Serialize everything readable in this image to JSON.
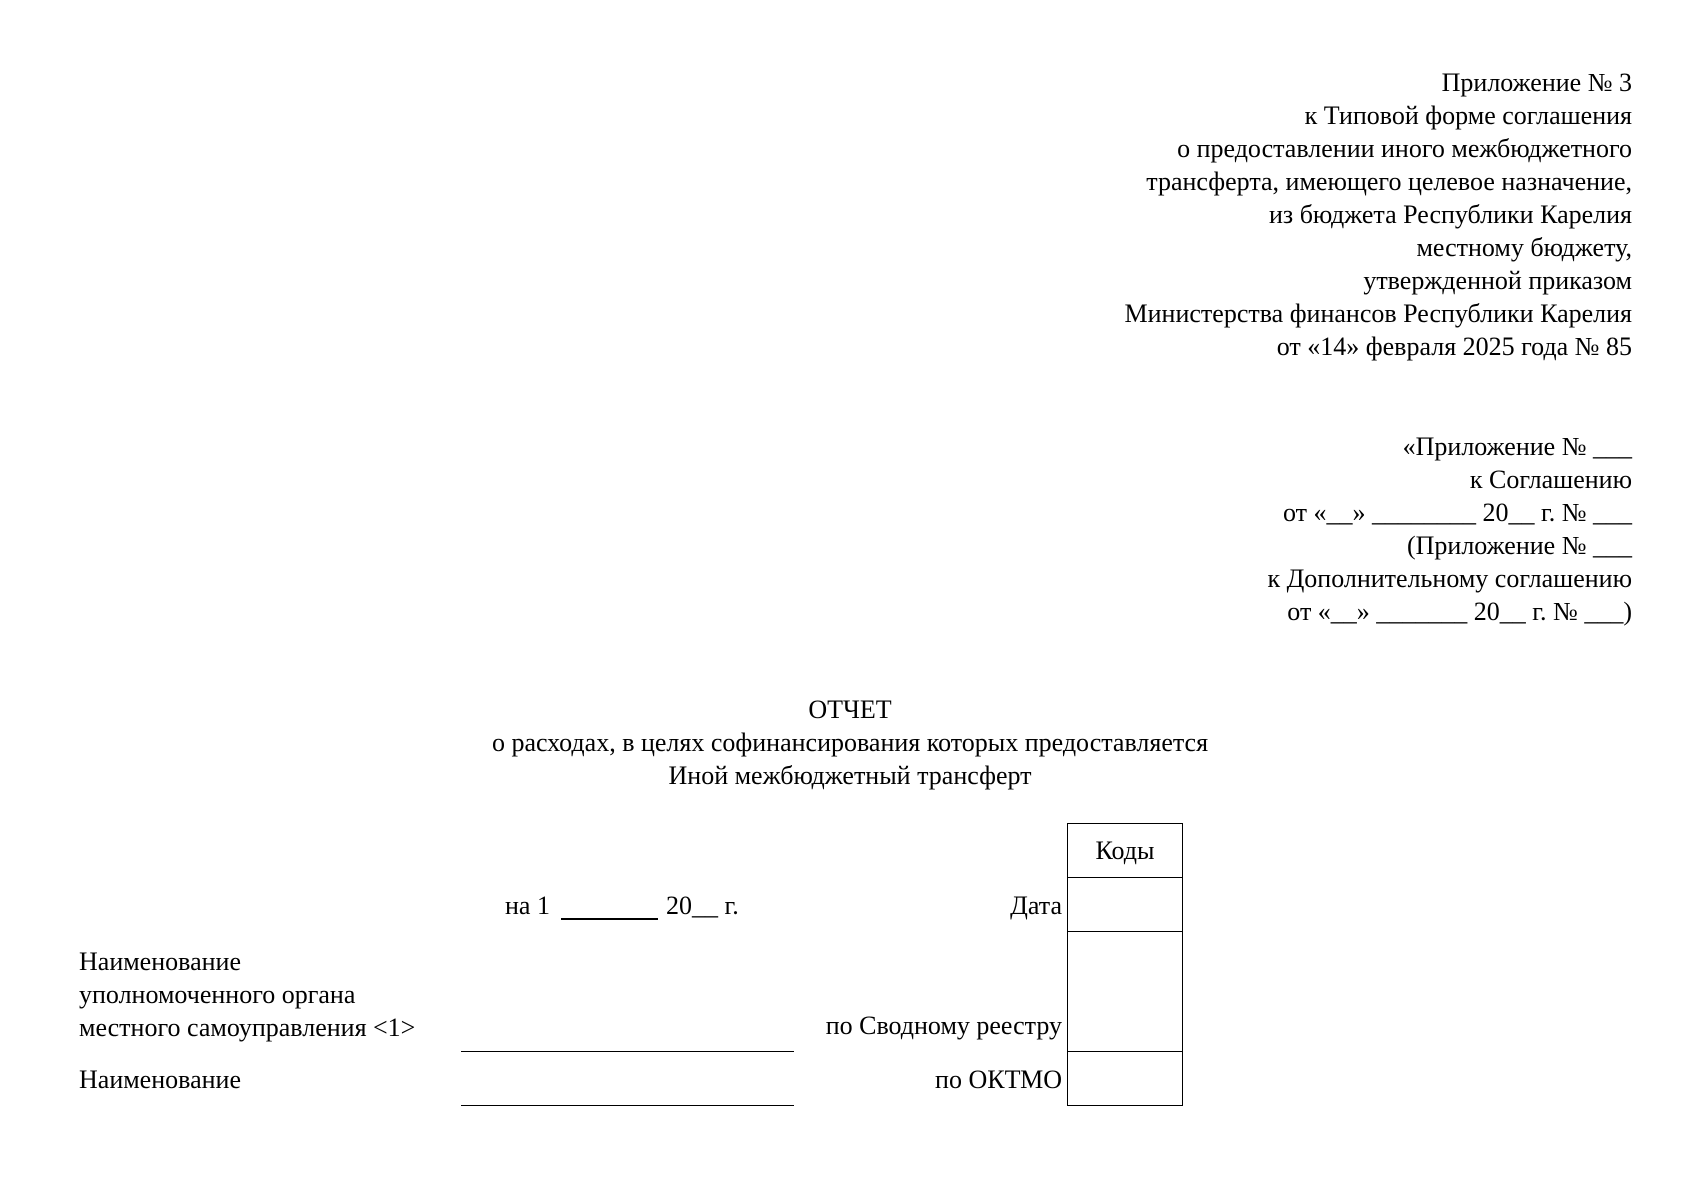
{
  "appendix_header": {
    "lines": [
      "Приложение № 3",
      "к Типовой форме соглашения",
      "о предоставлении иного межбюджетного",
      "трансферта, имеющего целевое назначение,",
      "из бюджета Республики Карелия",
      "местному бюджету,",
      "утвержденной приказом",
      "Министерства финансов Республики Карелия",
      "от «14» февраля 2025 года № 85"
    ]
  },
  "agreement_ref": {
    "lines": [
      "«Приложение № ___",
      "к Соглашению",
      "от «__» ________ 20__ г. № ___",
      "(Приложение № ___",
      "к Дополнительному соглашению",
      "от «__» _______ 20__ г. № ___)"
    ]
  },
  "report_title": {
    "lines": [
      "ОТЧЕТ",
      "о расходах, в целях софинансирования которых предоставляется",
      "Иной межбюджетный трансферт"
    ]
  },
  "form": {
    "date_prefix": "на 1",
    "date_year": "20__ г.",
    "label_name_1": "Наименование",
    "label_name_2": "уполномоченного органа",
    "label_name_3": "местного самоуправления <1>",
    "label_name_short": "Наименование"
  },
  "codes": {
    "header": "Коды",
    "rows": [
      "Дата",
      "по Сводному реестру",
      "по ОКТМО"
    ]
  }
}
